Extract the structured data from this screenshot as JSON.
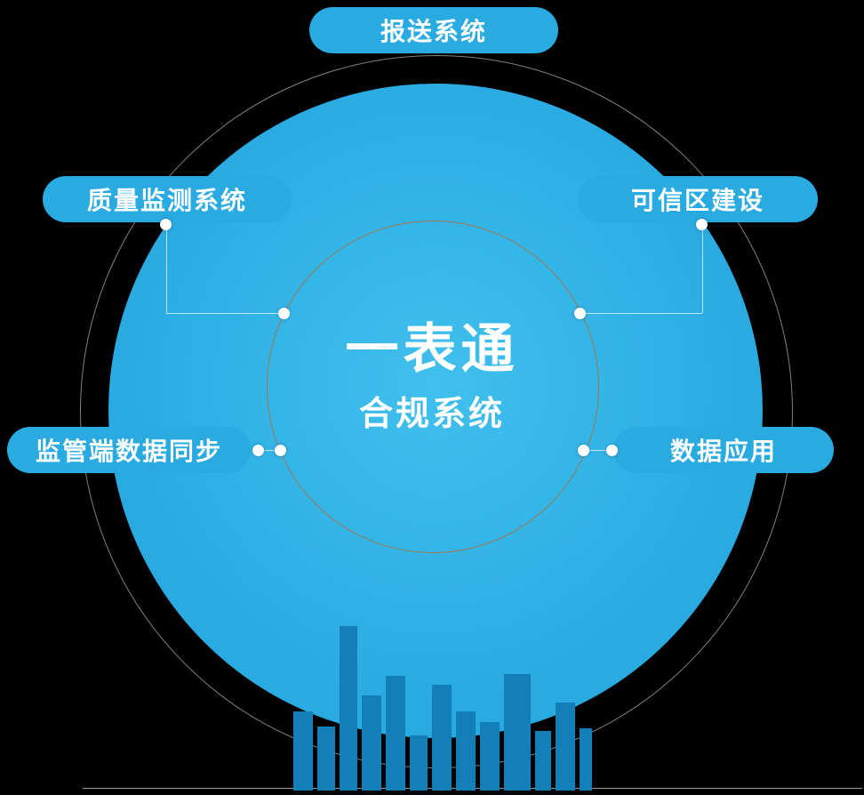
{
  "center": {
    "title": "一表通",
    "subtitle": "合规系统"
  },
  "pills": {
    "top": {
      "label": "报送系统"
    },
    "upper_left": {
      "label": "质量监测系统"
    },
    "upper_right": {
      "label": "可信区建设"
    },
    "left": {
      "label": "监管端数据同步"
    },
    "right": {
      "label": "数据应用"
    }
  },
  "colors": {
    "background": "#000000",
    "primary_blue": "#29ABE2",
    "circle_center_blue": "#41C0EE",
    "bar_blue": "#137FB9",
    "inner_ring": "#A5764F",
    "outer_ring": "rgba(255,255,255,0.5)",
    "dot": "#FFFFFF",
    "baseline": "#9A9A9A"
  },
  "bars": [
    {
      "w": 22,
      "h": 89
    },
    {
      "w": 20,
      "h": 72
    },
    {
      "w": 20,
      "h": 185
    },
    {
      "w": 22,
      "h": 107
    },
    {
      "w": 22,
      "h": 129
    },
    {
      "w": 20,
      "h": 62
    },
    {
      "w": 22,
      "h": 119
    },
    {
      "w": 22,
      "h": 89
    },
    {
      "w": 22,
      "h": 77
    },
    {
      "w": 30,
      "h": 131
    },
    {
      "w": 18,
      "h": 67
    },
    {
      "w": 22,
      "h": 99
    },
    {
      "w": 14,
      "h": 70
    }
  ]
}
